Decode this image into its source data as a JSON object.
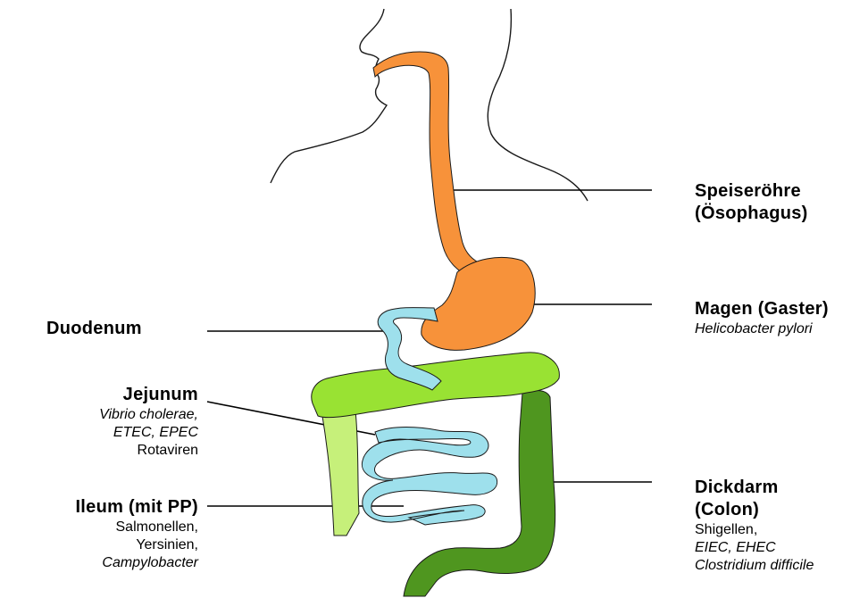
{
  "colors": {
    "esophagus_stomach": "#f7923a",
    "small_intestine": "#9ee0ec",
    "transverse_colon": "#99e233",
    "ascending_colon": "#c6f07a",
    "descending_colon": "#4f961f",
    "outline": "#1a1a1a",
    "leader_line": "#000000"
  },
  "labels": {
    "esophagus": {
      "title_line1": "Speiseröhre",
      "title_line2": "(Ösophagus)"
    },
    "stomach": {
      "title": "Magen (Gaster)",
      "pathogen": "Helicobacter pylori"
    },
    "duodenum": {
      "title": "Duodenum"
    },
    "jejunum": {
      "title": "Jejunum",
      "pathogen_line1": "Vibrio cholerae,",
      "pathogen_line2": "ETEC, EPEC",
      "pathogen_line3": "Rotaviren"
    },
    "ileum": {
      "title": "Ileum (mit PP)",
      "pathogen_line1": "Salmonellen,",
      "pathogen_line2": "Yersinien,",
      "pathogen_line3": "Campylobacter"
    },
    "colon": {
      "title_line1": "Dickdarm",
      "title_line2": "(Colon)",
      "pathogen_line1": "Shigellen,",
      "pathogen_line2": "EIEC, EHEC",
      "pathogen_line3": "Clostridium difficile"
    }
  }
}
